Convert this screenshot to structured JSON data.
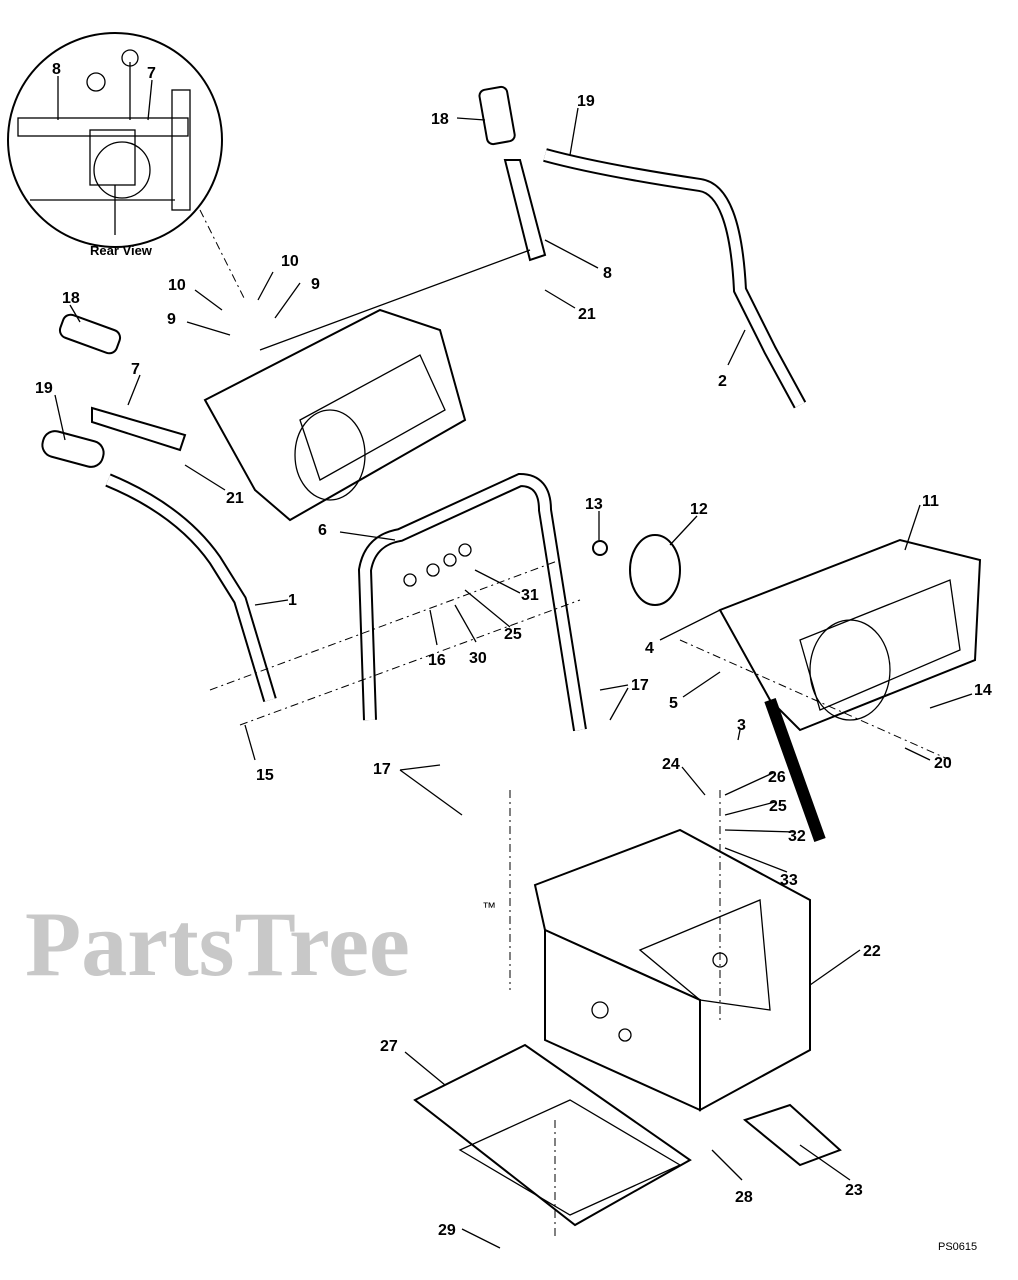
{
  "diagram": {
    "watermark": "PartsTree",
    "watermark_tm": "™",
    "figure_code": "PS0615",
    "inset_caption": "Rear View",
    "inset_labels": [
      "8",
      "7"
    ],
    "callouts": [
      "18",
      "19",
      "10",
      "9",
      "10",
      "9",
      "8",
      "21",
      "18",
      "7",
      "19",
      "21",
      "2",
      "6",
      "13",
      "12",
      "11",
      "1",
      "31",
      "25",
      "16",
      "30",
      "4",
      "17",
      "5",
      "14",
      "3",
      "20",
      "15",
      "17",
      "24",
      "26",
      "25",
      "32",
      "33",
      "22",
      "27",
      "28",
      "23",
      "29"
    ]
  }
}
